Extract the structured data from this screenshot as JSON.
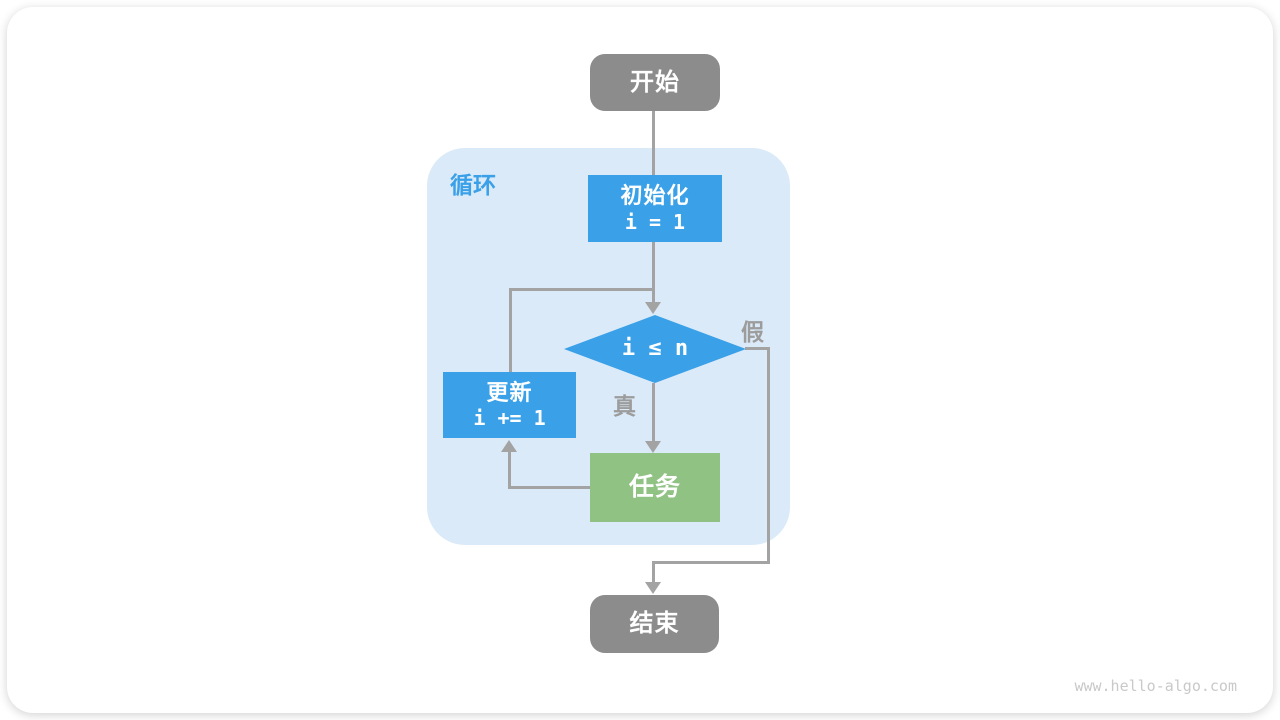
{
  "colors": {
    "node_blue": "#3AA0E8",
    "node_green": "#8FC283",
    "node_gray": "#8C8C8C",
    "loop_bg": "#DAEAF8",
    "line": "#A3A3A3",
    "edge_label": "#9C9C9C",
    "loop_label": "#3AA0E8",
    "watermark": "#C9C9C9"
  },
  "flowchart": {
    "loop_label": "循环",
    "nodes": {
      "start": {
        "label": "开始",
        "type": "terminal"
      },
      "init": {
        "label": "初始化",
        "code": "i = 1",
        "type": "process"
      },
      "condition": {
        "code": "i ≤ n",
        "type": "decision"
      },
      "update": {
        "label": "更新",
        "code": "i += 1",
        "type": "process"
      },
      "task": {
        "label": "任务",
        "type": "process"
      },
      "end": {
        "label": "结束",
        "type": "terminal"
      }
    },
    "edge_labels": {
      "true": "真",
      "false": "假"
    }
  },
  "watermark": "www.hello-algo.com"
}
